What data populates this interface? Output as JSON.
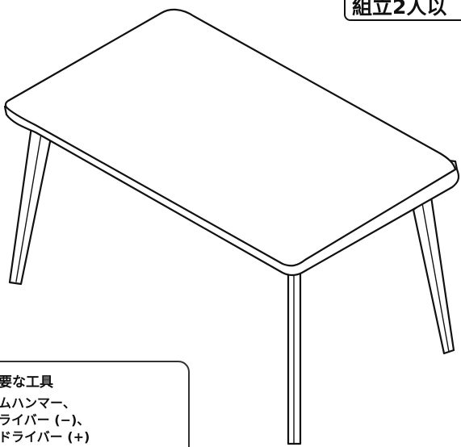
{
  "header": {
    "assembly_label": "組立2人以"
  },
  "tools": {
    "title": "要な工具",
    "items": [
      "ムハンマー、",
      "ライバー (−)、",
      "ドライバー (+)"
    ]
  },
  "colors": {
    "line": "#111111",
    "background": "#ffffff"
  }
}
